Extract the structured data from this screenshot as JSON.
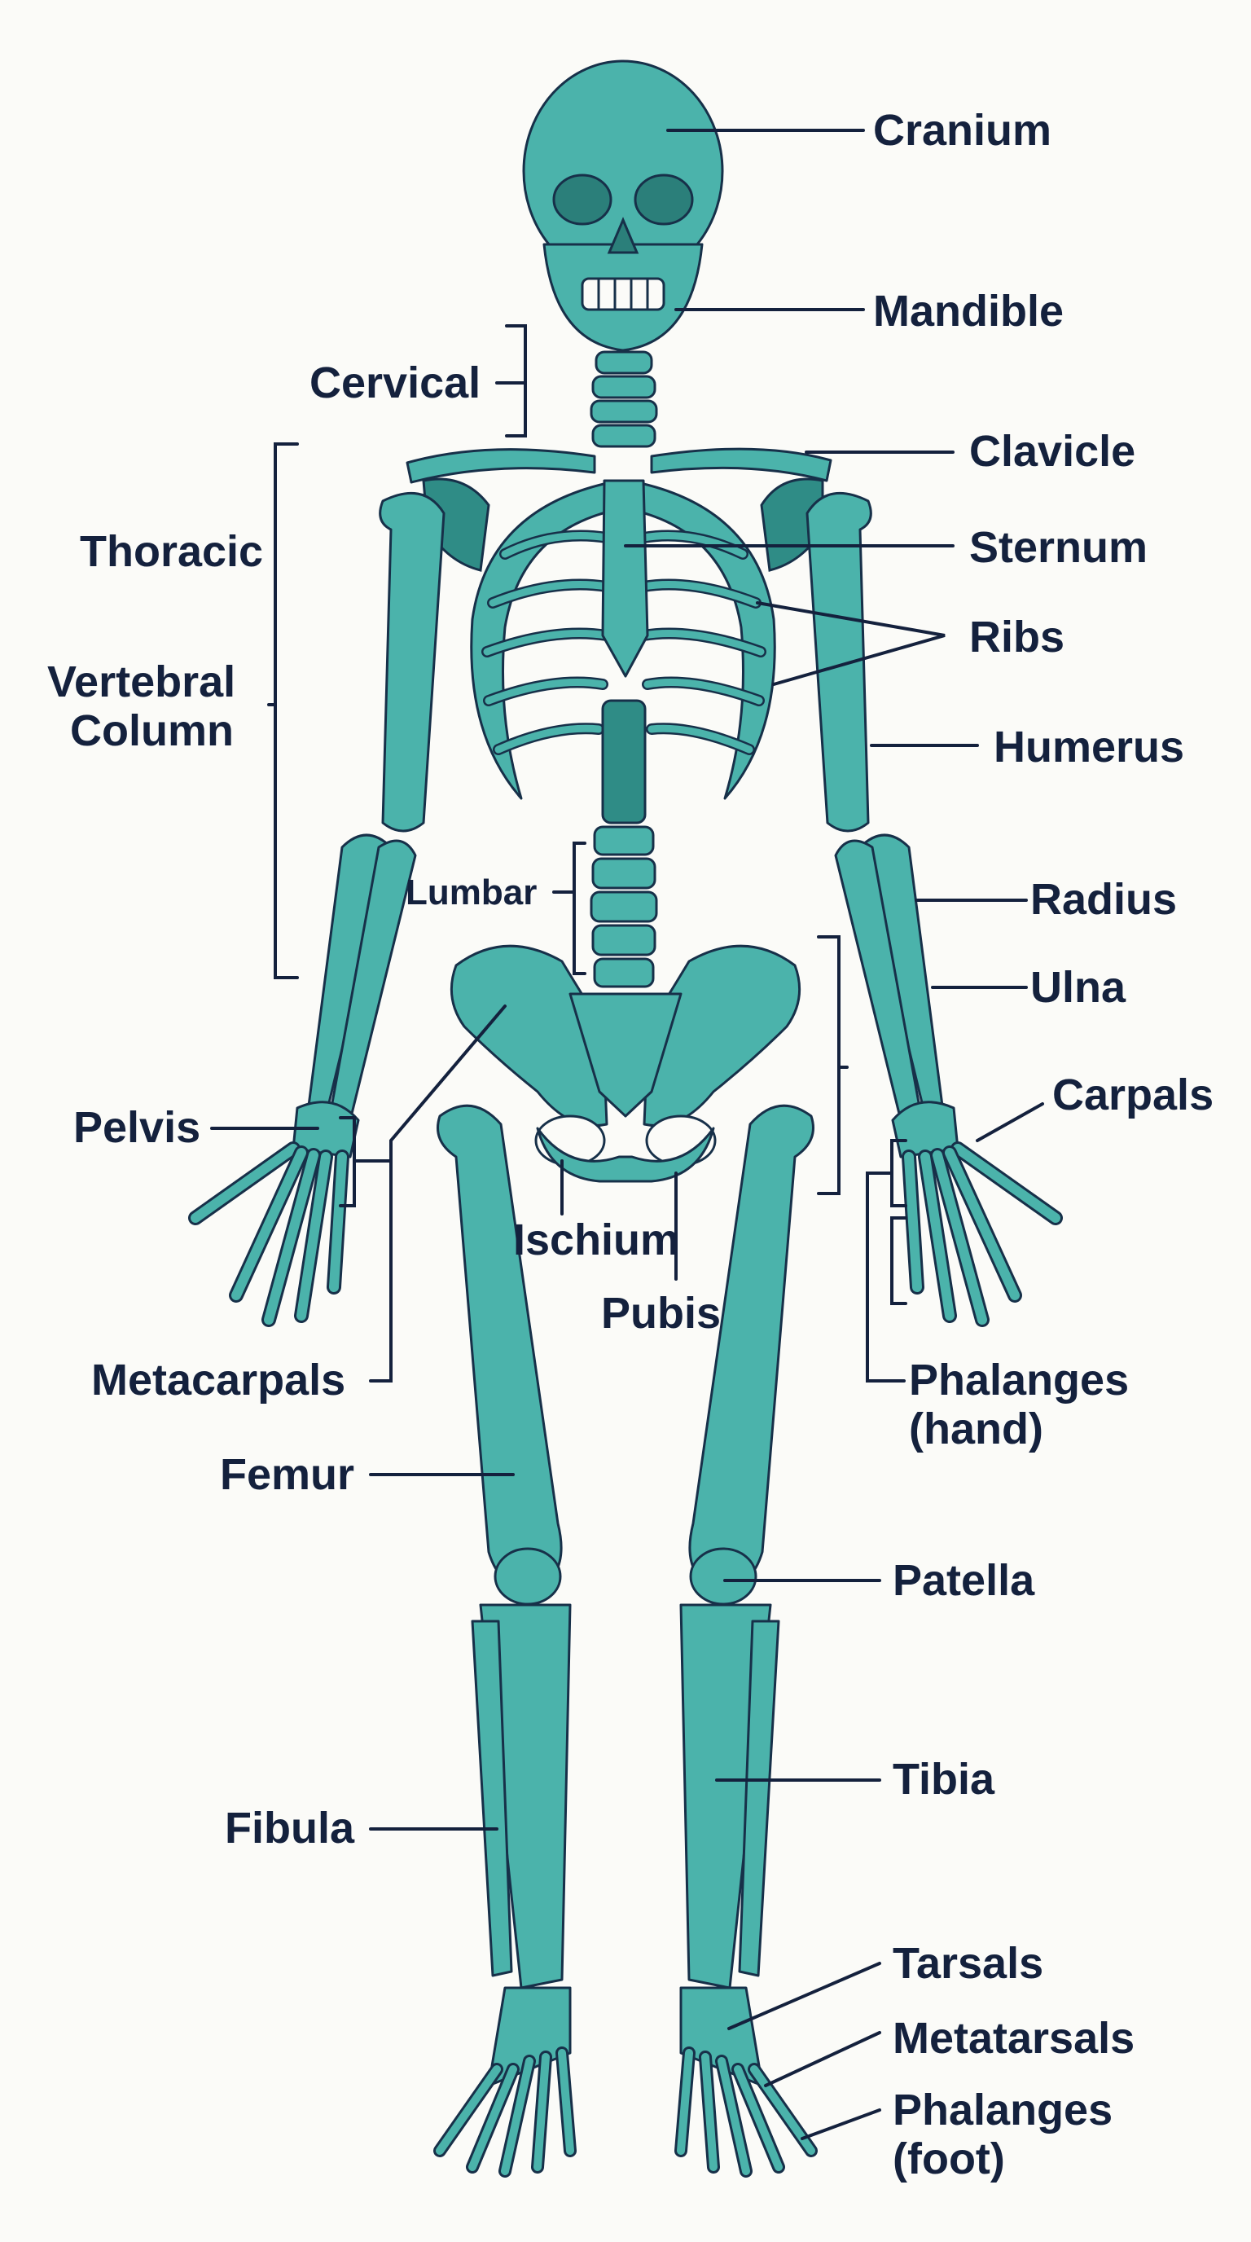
{
  "colors": {
    "bone": "#4bb3ab",
    "bone_shadow": "#2b7f7a",
    "outline": "#173049",
    "label": "#14213d",
    "background": "#fbfbf8"
  },
  "labels": {
    "cranium": "Cranium",
    "mandible": "Mandible",
    "cervical": "Cervical",
    "clavicle": "Clavicle",
    "thoracic": "Thoracic",
    "sternum": "Sternum",
    "ribs": "Ribs",
    "vertebral_column_line1": "Vertebral",
    "vertebral_column_line2": "Column",
    "humerus": "Humerus",
    "lumbar": "Lumbar",
    "radius": "Radius",
    "ulna": "Ulna",
    "carpals": "Carpals",
    "pelvis": "Pelvis",
    "ischium": "Ischium",
    "pubis": "Pubis",
    "metacarpals": "Metacarpals",
    "phalanges_hand_line1": "Phalanges",
    "phalanges_hand_line2": "(hand)",
    "femur": "Femur",
    "patella": "Patella",
    "tibia": "Tibia",
    "fibula": "Fibula",
    "tarsals": "Tarsals",
    "metatarsals": "Metatarsals",
    "phalanges_foot_line1": "Phalanges",
    "phalanges_foot_line2": "(foot)"
  }
}
